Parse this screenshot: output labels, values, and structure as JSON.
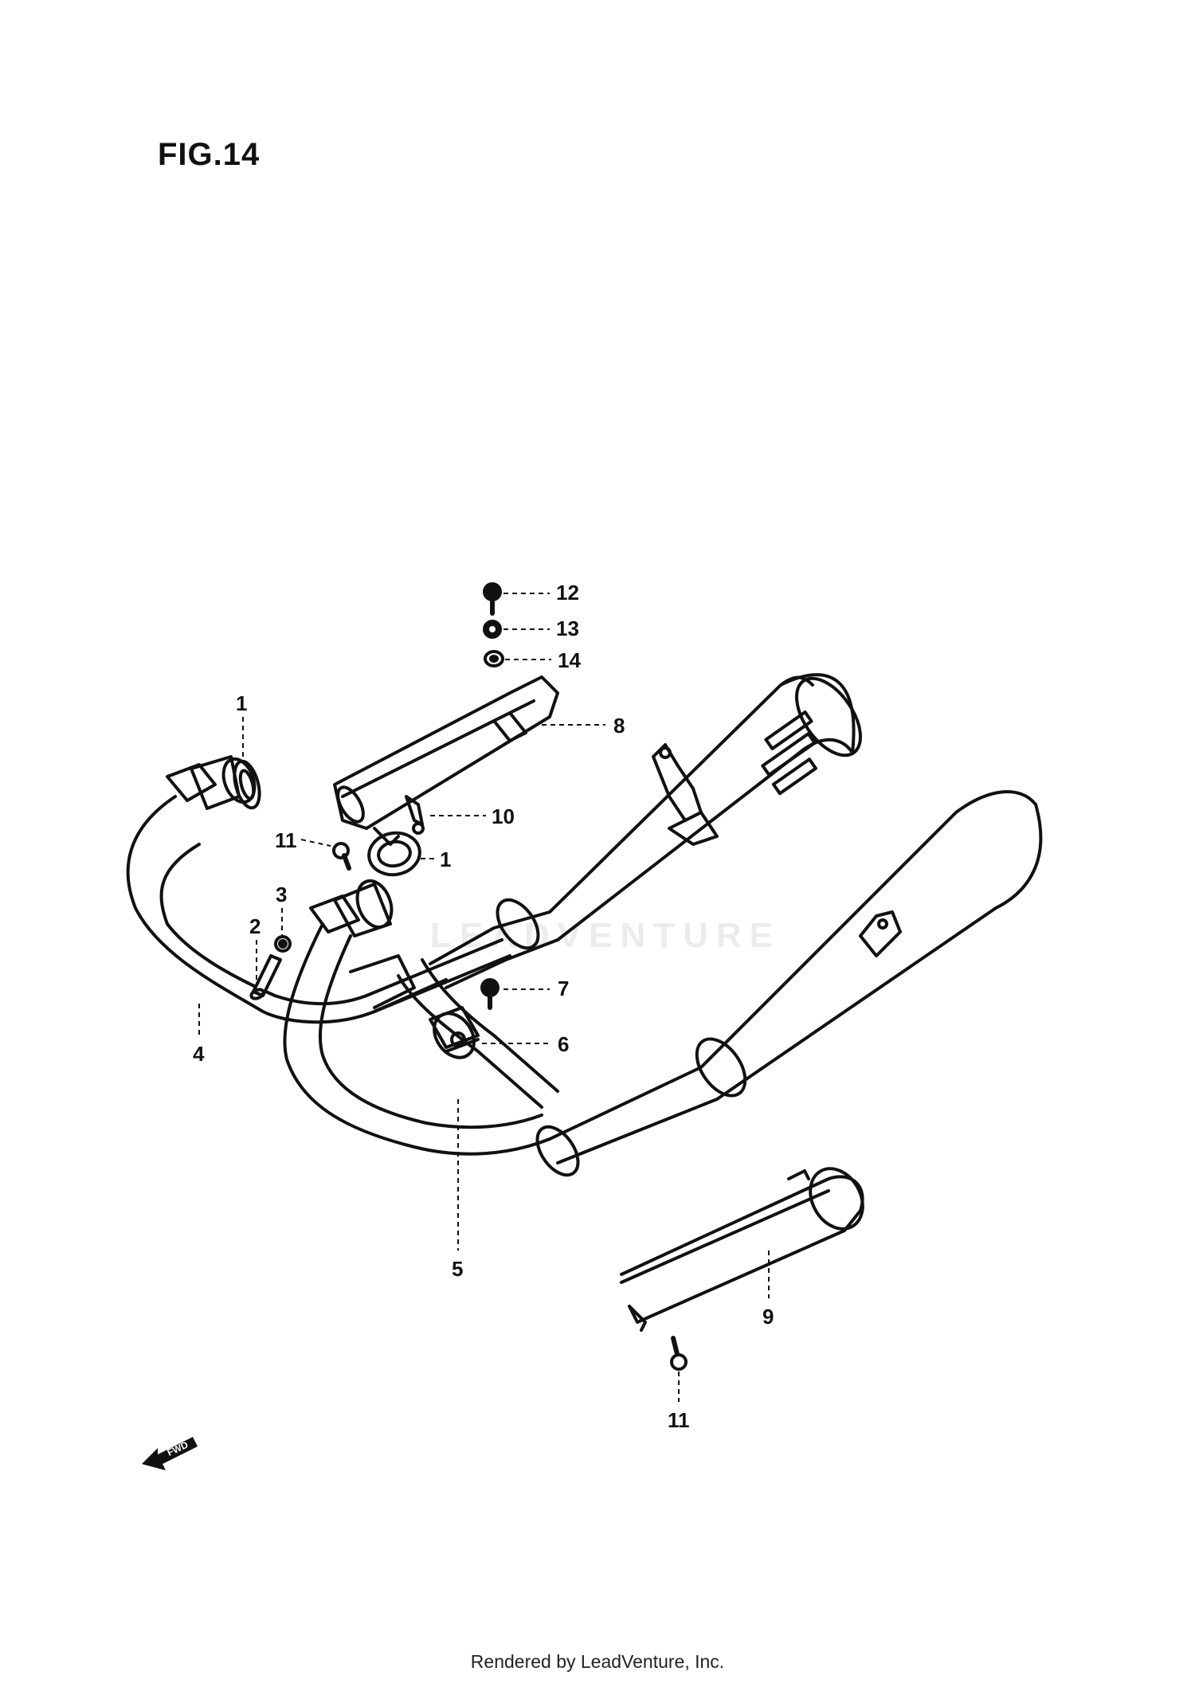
{
  "figure": {
    "title": "FIG.14"
  },
  "watermark": {
    "text": "LEADVENTURE"
  },
  "footer": {
    "text": "Rendered by LeadVenture, Inc."
  },
  "callouts": [
    {
      "id": "c12",
      "label": "12",
      "part": "bolt-icon"
    },
    {
      "id": "c13",
      "label": "13",
      "part": "nut-icon"
    },
    {
      "id": "c14",
      "label": "14",
      "part": "washer-icon"
    },
    {
      "id": "c8",
      "label": "8",
      "part": "heat-shield"
    },
    {
      "id": "c1a",
      "label": "1",
      "part": "gasket"
    },
    {
      "id": "c10",
      "label": "10",
      "part": "clamp"
    },
    {
      "id": "c11a",
      "label": "11",
      "part": "bolt-icon"
    },
    {
      "id": "c1b",
      "label": "1",
      "part": "gasket"
    },
    {
      "id": "c3",
      "label": "3",
      "part": "nut-icon"
    },
    {
      "id": "c2",
      "label": "2",
      "part": "stud-bolt"
    },
    {
      "id": "c7",
      "label": "7",
      "part": "bolt-icon"
    },
    {
      "id": "c6",
      "label": "6",
      "part": "clamp"
    },
    {
      "id": "c4",
      "label": "4",
      "part": "exhaust-pipe-left"
    },
    {
      "id": "c5",
      "label": "5",
      "part": "exhaust-pipe-right"
    },
    {
      "id": "c9",
      "label": "9",
      "part": "heat-shield"
    },
    {
      "id": "c11b",
      "label": "11",
      "part": "bolt-icon"
    }
  ],
  "fwd": {
    "label": "FWD",
    "icon": "forward-arrow-icon"
  },
  "colors": {
    "ink": "#111111",
    "paper": "#ffffff",
    "watermark": "#ececec"
  }
}
